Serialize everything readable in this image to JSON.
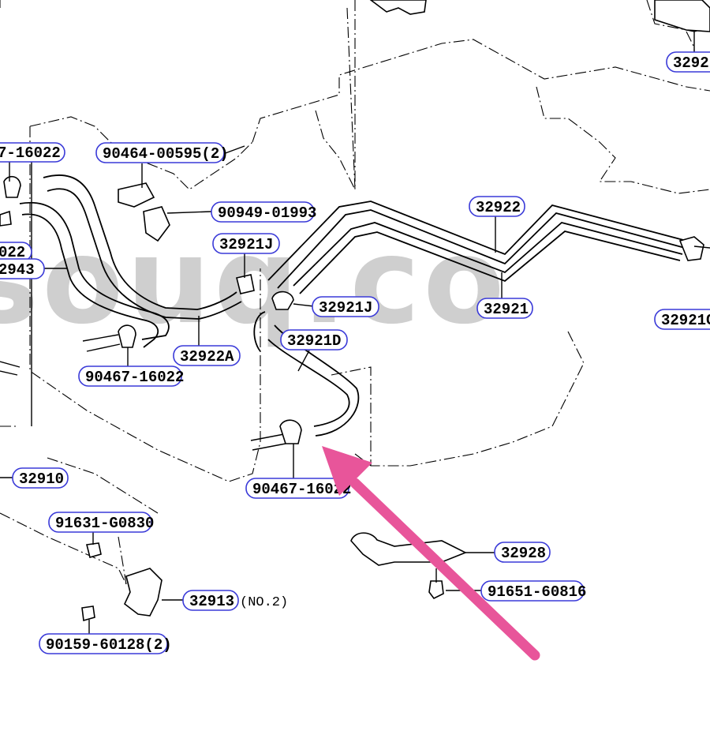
{
  "watermark": "souq.co",
  "colors": {
    "label_border": "#3a3ad8",
    "arrow": "#e8559a"
  },
  "labels": [
    {
      "id": "l1",
      "text": "7-16022"
    },
    {
      "id": "l2",
      "text": "90464-00595(2)"
    },
    {
      "id": "l3",
      "text": "90949-01993"
    },
    {
      "id": "l4",
      "text": "32921J"
    },
    {
      "id": "l5",
      "text": "32922"
    },
    {
      "id": "l6",
      "text": "32921"
    },
    {
      "id": "l7",
      "text": "32921J"
    },
    {
      "id": "l8",
      "text": "32921D"
    },
    {
      "id": "l9",
      "text": "32922A"
    },
    {
      "id": "l10",
      "text": "90467-16022"
    },
    {
      "id": "l11",
      "text": "022"
    },
    {
      "id": "l12",
      "text": "2943"
    },
    {
      "id": "l13",
      "text": "32910"
    },
    {
      "id": "l14",
      "text": "90467-16022"
    },
    {
      "id": "l15",
      "text": "91631-G0830"
    },
    {
      "id": "l16",
      "text": "32928"
    },
    {
      "id": "l17",
      "text": "91651-60816"
    },
    {
      "id": "l18",
      "text": "32913"
    },
    {
      "id": "l19",
      "text": "90159-60128(2)"
    },
    {
      "id": "l20",
      "text": "3292"
    },
    {
      "id": "l21",
      "text": "32921G"
    }
  ],
  "notes": {
    "no2": "(NO.2)"
  }
}
